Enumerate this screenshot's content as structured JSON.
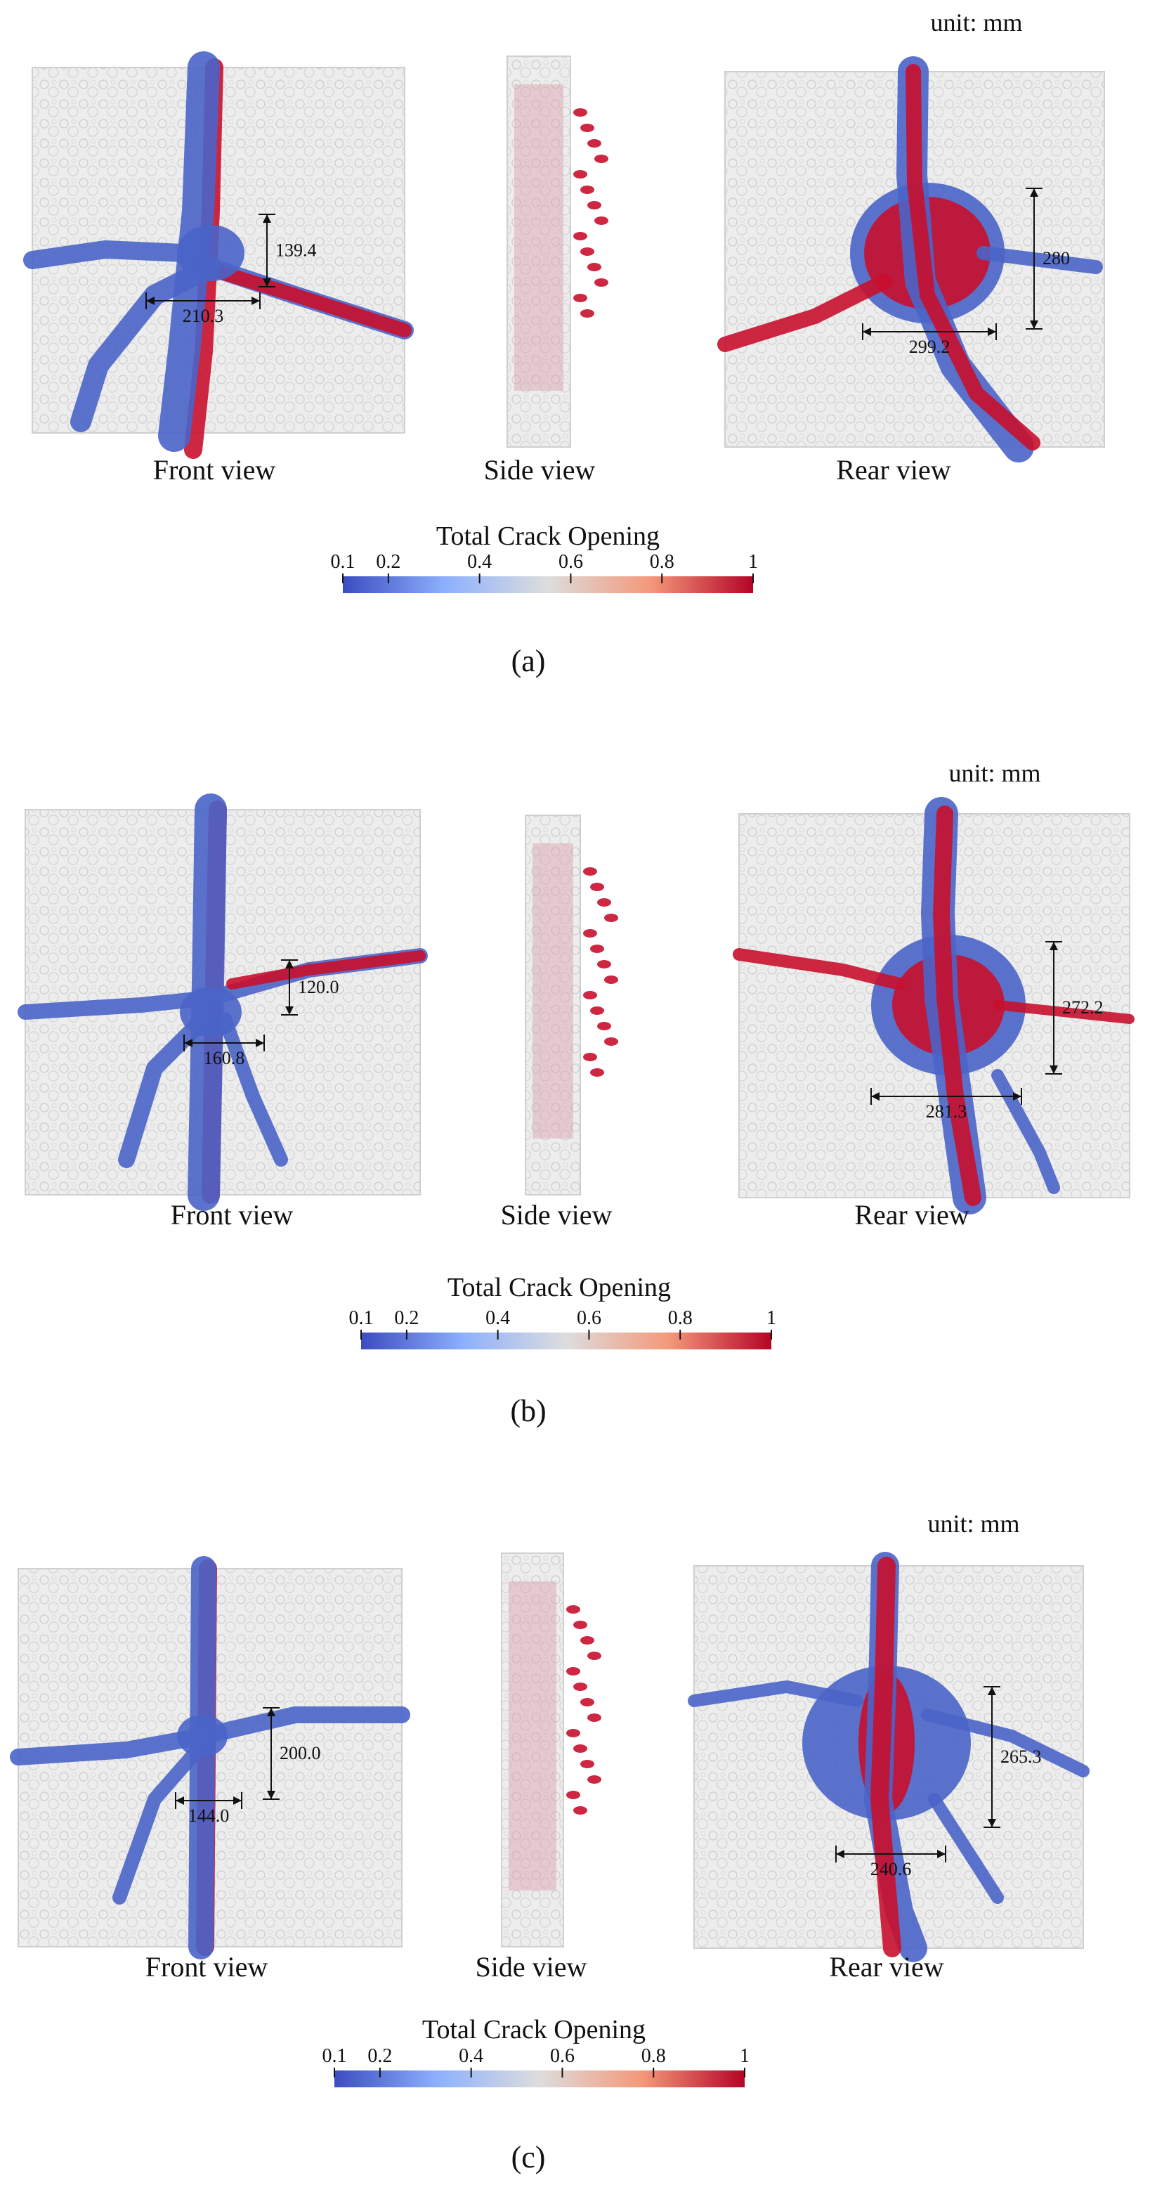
{
  "panels": [
    {
      "id": "a",
      "caption": "(a)",
      "unit_label": "unit: mm",
      "views": [
        "Front view",
        "Side view",
        "Rear view"
      ],
      "front_dims": [
        "139.4",
        "210.3"
      ],
      "rear_dims": [
        "280",
        "299.2"
      ],
      "colorbar": {
        "title": "Total Crack Opening",
        "ticks": [
          "0.1",
          "0.2",
          "0.4",
          "0.6",
          "0.8",
          "1"
        ]
      }
    },
    {
      "id": "b",
      "caption": "(b)",
      "unit_label": "unit: mm",
      "views": [
        "Front view",
        "Side view",
        "Rear view"
      ],
      "front_dims": [
        "120.0",
        "160.8"
      ],
      "rear_dims": [
        "272.2",
        "281.3"
      ],
      "colorbar": {
        "title": "Total Crack Opening",
        "ticks": [
          "0.1",
          "0.2",
          "0.4",
          "0.6",
          "0.8",
          "1"
        ]
      }
    },
    {
      "id": "c",
      "caption": "(c)",
      "unit_label": "unit: mm",
      "views": [
        "Front view",
        "Side view",
        "Rear view"
      ],
      "front_dims": [
        "200.0",
        "144.0"
      ],
      "rear_dims": [
        "265.3",
        "240.6"
      ],
      "colorbar": {
        "title": "Total Crack Opening",
        "ticks": [
          "0.1",
          "0.2",
          "0.4",
          "0.6",
          "0.8",
          "1"
        ]
      }
    }
  ],
  "colors": {
    "crack_red": "#c8102e",
    "crack_blue": "#4a64c8",
    "specimen_fill": "#ededed",
    "colorbar_stops": [
      "#3b4cc0",
      "#8db0fe",
      "#dddddd",
      "#f4987a",
      "#b40426"
    ]
  }
}
